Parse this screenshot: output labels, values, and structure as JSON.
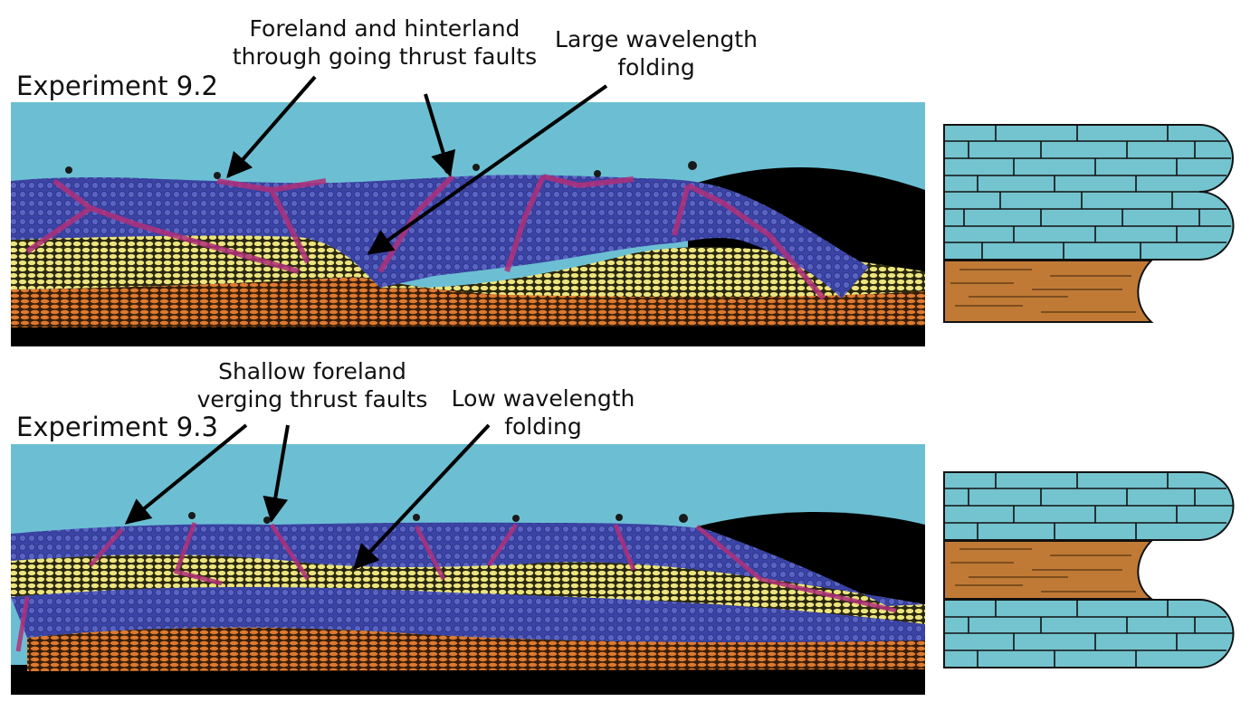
{
  "experiments": [
    {
      "title": "Experiment 9.2",
      "annotations": [
        {
          "text_lines": [
            "Foreland and hinterland",
            "through going thrust faults"
          ]
        },
        {
          "text_lines": [
            "Large wavelength",
            "folding"
          ]
        }
      ]
    },
    {
      "title": "Experiment 9.3",
      "annotations": [
        {
          "text_lines": [
            "Shallow foreland",
            "verging thrust faults"
          ]
        },
        {
          "text_lines": [
            "Low wavelength",
            "folding"
          ]
        }
      ]
    }
  ],
  "colors": {
    "sky": "#6cbfd3",
    "black": "#000000",
    "blue_layer": "#3b44a6",
    "yellow_layer": "#e8e27a",
    "orange_layer": "#d9772e",
    "fault": "#b0307a",
    "brick": "#74c4cf",
    "wood": "#c07a36"
  },
  "icons": [
    "limestone-brick-icon",
    "wood-shale-icon",
    "arrow-icon"
  ]
}
